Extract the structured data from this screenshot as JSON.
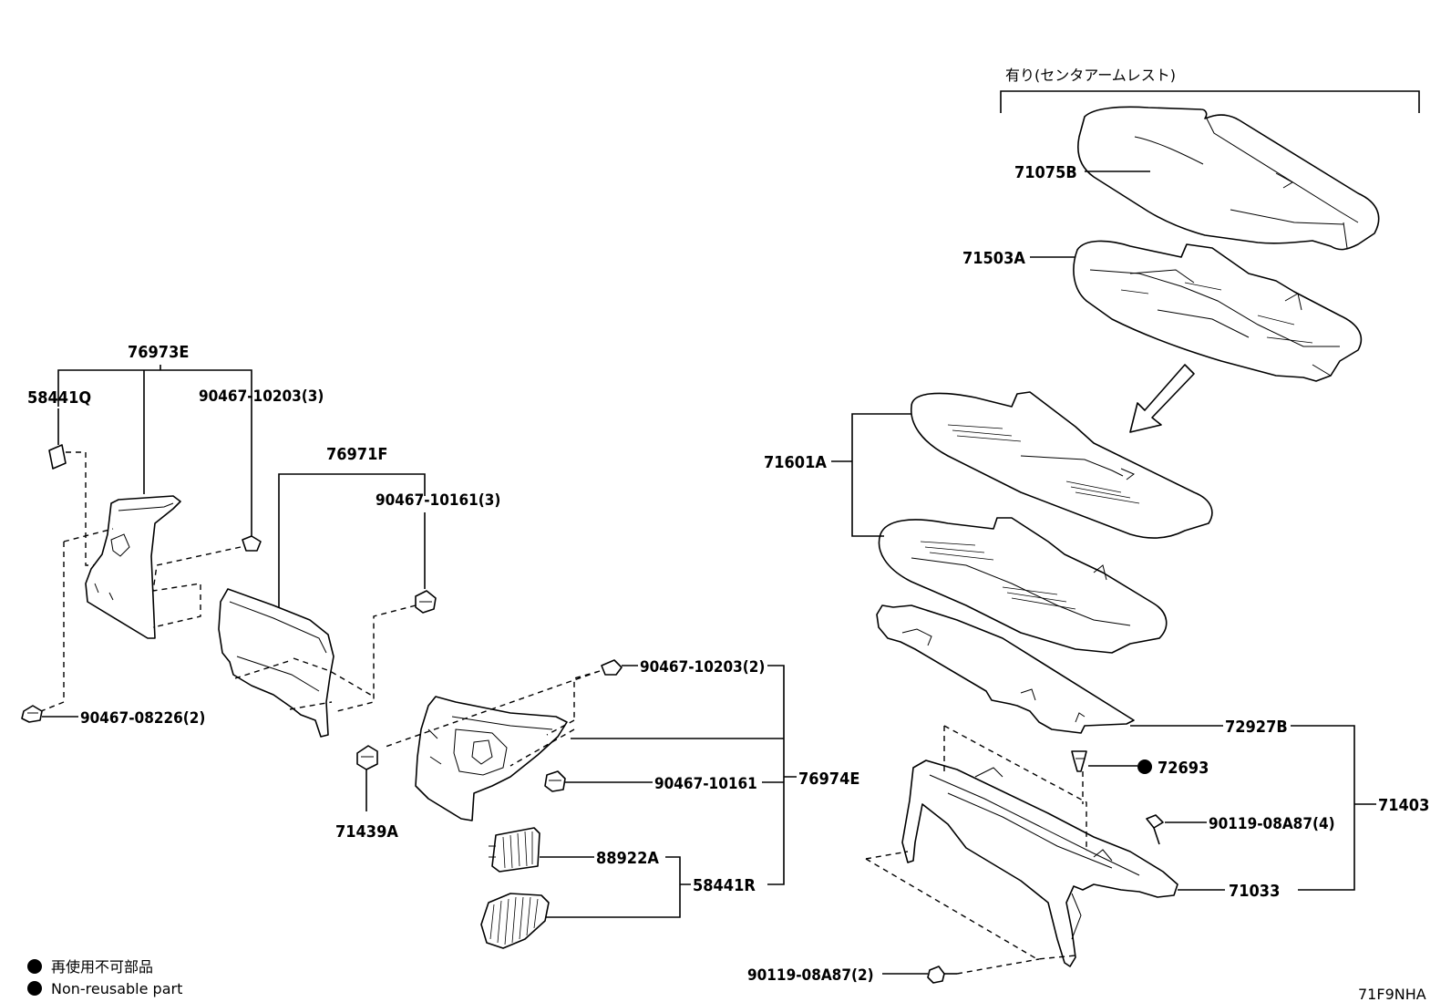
{
  "labels": {
    "p71075B": "71075B",
    "p71503A": "71503A",
    "p71601A": "71601A",
    "p72927B": "72927B",
    "p72693": "72693",
    "p71403": "71403",
    "p90119_4": "90119-08A87(4)",
    "p71033": "71033",
    "p90119_2": "90119-08A87(2)",
    "p76973E": "76973E",
    "p58441Q": "58441Q",
    "p90467_10203_3": "90467-10203(3)",
    "p76971F": "76971F",
    "p90467_10161_3": "90467-10161(3)",
    "p90467_08226_2": "90467-08226(2)",
    "p90467_10203_2": "90467-10203(2)",
    "p90467_10161": "90467-10161",
    "p76974E": "76974E",
    "p71439A": "71439A",
    "p88922A": "88922A",
    "p58441R": "58441R"
  },
  "variant_note": "有り(センタアームレスト)",
  "legend": {
    "jp": "再使用不可部品",
    "en": "Non-reusable part"
  },
  "figure_code": "71F9NHA"
}
